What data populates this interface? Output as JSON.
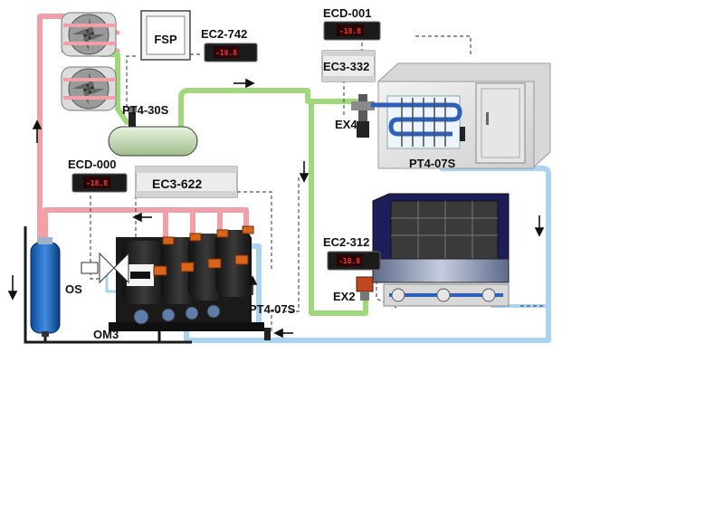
{
  "labels": {
    "fsp": "FSP",
    "ec2_742": "EC2-742",
    "ecd_001": "ECD-001",
    "ec3_332": "EC3-332",
    "pt4_30s": "PT4-30S",
    "ex4": "EX4",
    "pt4_07s_top": "PT4-07S",
    "ecd_000": "ECD-000",
    "ec3_622": "EC3-622",
    "ec2_312": "EC2-312",
    "ex2": "EX2",
    "os": "OS",
    "om3": "OM3",
    "pt4_07s_bottom": "PT4-07S"
  },
  "displays": {
    "ec2_742": "-18.8",
    "ecd_001": "-18.8",
    "ecd_000": "-18.8",
    "ec2_312": "-18.8"
  },
  "colors": {
    "hot_gas": "#f2a0a8",
    "liquid": "#9fd77a",
    "suction": "#a9d3ee",
    "oil": "#1a1a1a",
    "wiring": "#555555"
  },
  "icons": {
    "flow_arrow": "arrow-icon",
    "door_handle": "handle-icon"
  }
}
